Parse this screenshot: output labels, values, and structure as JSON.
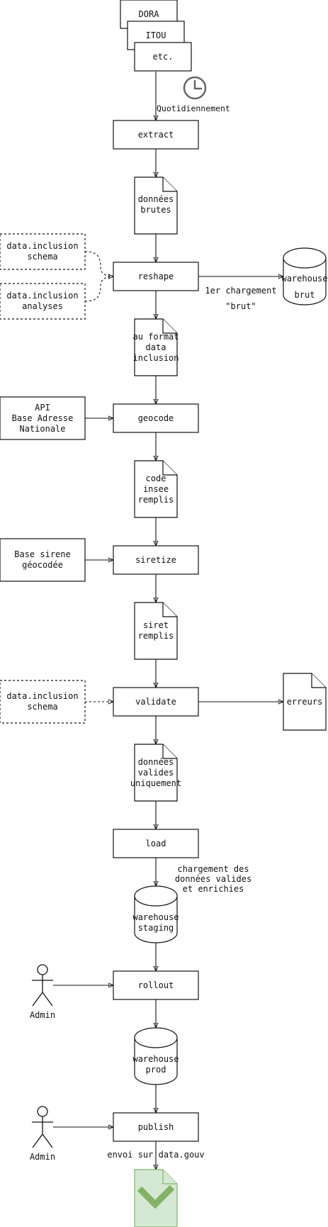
{
  "sources": [
    "DORA",
    "ITOU",
    "etc."
  ],
  "schedule": "Quotidiennement",
  "steps": {
    "extract": "extract",
    "reshape": "reshape",
    "geocode": "geocode",
    "siretize": "siretize",
    "validate": "validate",
    "load": "load",
    "rollout": "rollout",
    "publish": "publish"
  },
  "documents": {
    "raw": [
      "données",
      "brutes"
    ],
    "formatted": [
      "au format",
      "data",
      "inclusion"
    ],
    "insee": [
      "code",
      "insee",
      "remplis"
    ],
    "siret": [
      "siret",
      "remplis"
    ],
    "valid": [
      "données",
      "valides",
      "uniquement"
    ],
    "errors": [
      "erreurs"
    ]
  },
  "inputs": {
    "schema_reshape": [
      "data.inclusion",
      "schema"
    ],
    "analyses": [
      "data.inclusion",
      "analyses"
    ],
    "ban": [
      "API",
      "Base Adresse",
      "Nationale"
    ],
    "sirene": [
      "Base sirene",
      "géocodée"
    ],
    "schema_validate": [
      "data.inclusion",
      "schema"
    ]
  },
  "stores": {
    "warehouse_brut": [
      "warehouse",
      "brut"
    ],
    "staging": [
      "warehouse",
      "staging"
    ],
    "prod": [
      "warehouse",
      "prod"
    ]
  },
  "notes": {
    "first_load": [
      "1er chargement",
      "\"brut\""
    ],
    "load_note": [
      "chargement des",
      "données valides",
      "et enrichies"
    ],
    "publish_note": "envoi sur data.gouv"
  },
  "actors": {
    "rollout_actor": "Admin",
    "publish_actor": "Admin"
  }
}
